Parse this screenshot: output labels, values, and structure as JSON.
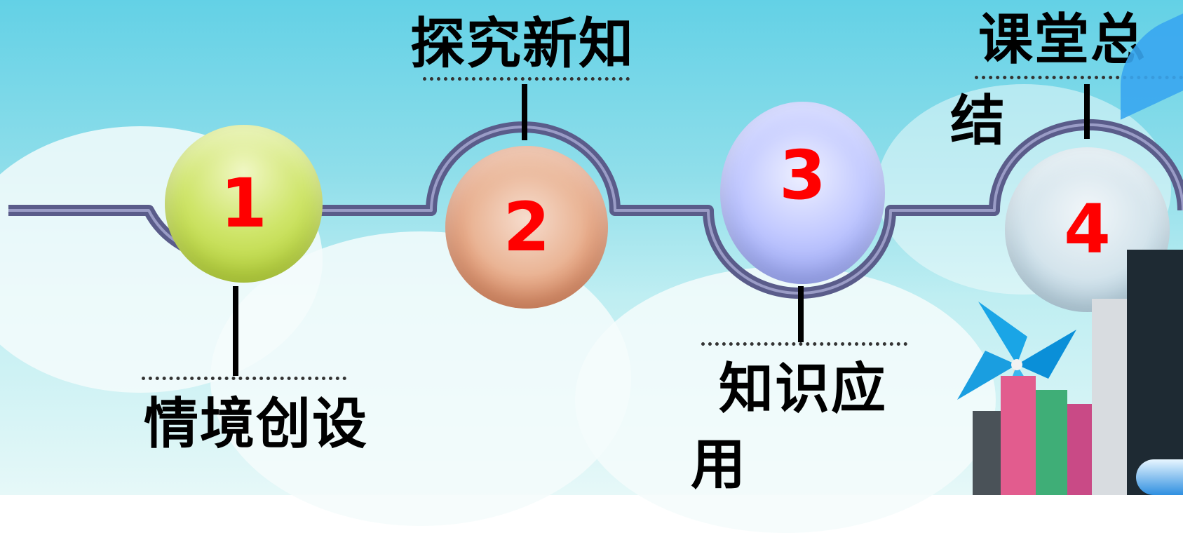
{
  "steps": [
    {
      "number": "1",
      "label": "情境创设"
    },
    {
      "number": "2",
      "label": "探究新知"
    },
    {
      "number": "3",
      "label": "知识应",
      "label2": "用"
    },
    {
      "number": "4",
      "label": "课堂总",
      "label2": "结"
    }
  ],
  "colors": {
    "number": "#ff0000",
    "track": "#5a5c8a",
    "circle1": "#b8d430",
    "circle2": "#d9724a",
    "circle3": "#9aa6f4",
    "circle4": "#b9d4e2"
  }
}
